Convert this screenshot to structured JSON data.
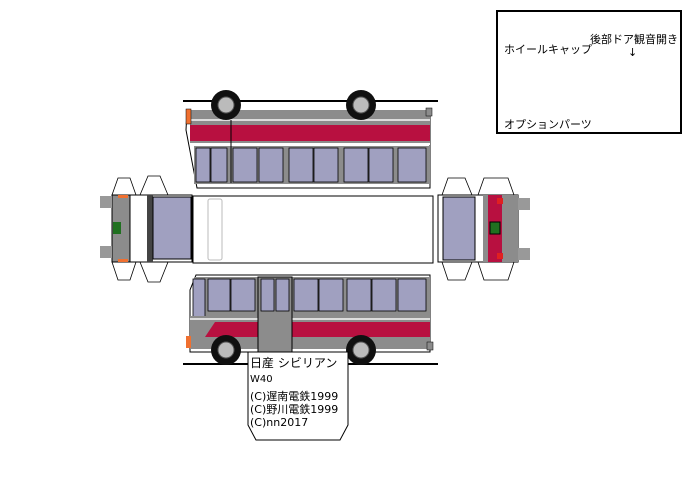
{
  "title": "日産 シビリアン",
  "model": "W40",
  "credits": [
    "(C)遅南電鉄1999",
    "(C)野川電鉄1999",
    "(C)nn2017"
  ],
  "inset": {
    "wheel_cap_label": "ホイールキャップ",
    "rear_door_label": "後部ドア観音開き",
    "arrow": "↓",
    "option_parts_label": "オプションパーツ"
  },
  "colors": {
    "body_gray": "#8c8c8c",
    "stripe_red": "#b81040",
    "window_blue": "#a0a0c0",
    "lamp_orange": "#f07030",
    "plate_green": "#207020",
    "tire_black": "#101010"
  }
}
